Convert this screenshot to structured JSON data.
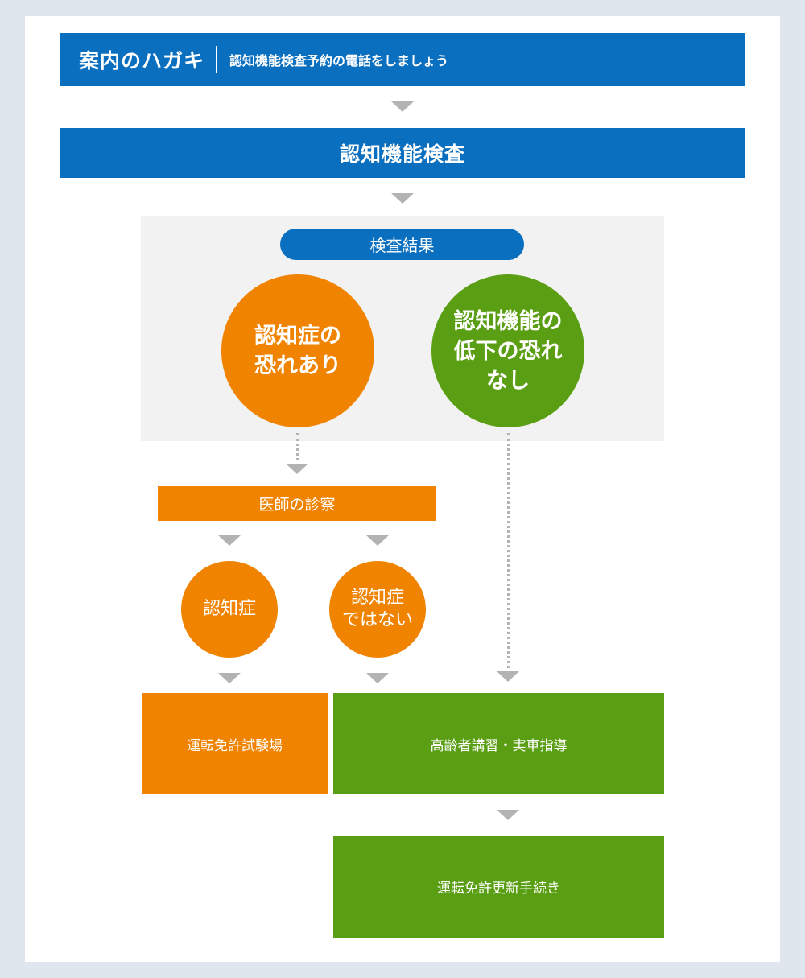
{
  "header": {
    "title": "案内のハガキ",
    "subtitle": "認知機能検査予約の電話をしましょう"
  },
  "exam": {
    "label": "認知機能検査"
  },
  "result": {
    "label": "検査結果",
    "dementia_risk": "認知症の\n恐れあり",
    "no_decline_risk": "認知機能の\n低下の恐れ\nなし"
  },
  "doctor": {
    "label": "医師の診察"
  },
  "diagnosis": {
    "dementia": "認知症",
    "not_dementia": "認知症\nではない"
  },
  "outcomes": {
    "test_center": "運転免許試験場",
    "lecture": "高齢者講習・実車指導",
    "renewal": "運転免許更新手続き"
  },
  "colors": {
    "blue": "#0b6fbf",
    "orange": "#f08300",
    "green": "#5a9e14",
    "arrow_gray": "#b3b3b3",
    "result_bg": "#f2f2f2"
  }
}
